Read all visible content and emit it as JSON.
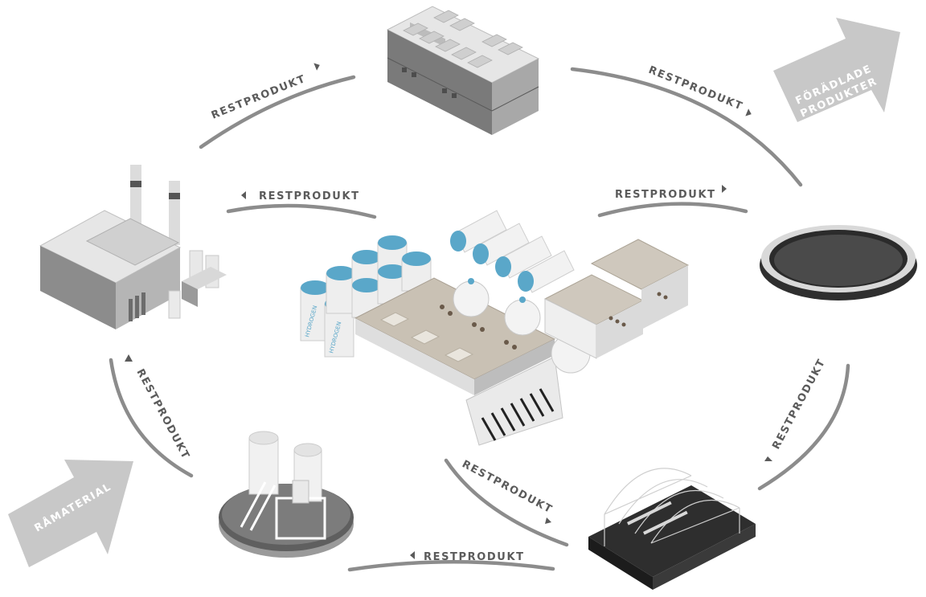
{
  "colors": {
    "flow_line": "#8c8c8c",
    "label_text": "#5b5b5b",
    "big_arrow": "#c8c8c8",
    "tank_blue": "#5aa7c9",
    "building_gray": "#9a9a9a",
    "dark_base": "#3a3a3a"
  },
  "labels": {
    "top_left": "RESTPRODUKT",
    "top_right": "RESTPRODUKT",
    "inner_left": "RESTPRODUKT",
    "inner_right": "RESTPRODUKT",
    "right": "RESTPRODUKT",
    "left": "RESTPRODUKT",
    "bottom": "RESTPRODUKT",
    "center_bottom": "RESTPRODUKT"
  },
  "big_arrows": {
    "output_line1": "FÖRÄDLADE",
    "output_line2": "PRODUKTER",
    "input": "RÅMATERIAL"
  },
  "tank_text": "HYDROGEN",
  "icons": [
    "data-center-building-icon",
    "factory-icon",
    "hydrogen-plant-icon",
    "pond-pool-icon",
    "greenhouse-icon",
    "biogas-tank-icon"
  ]
}
